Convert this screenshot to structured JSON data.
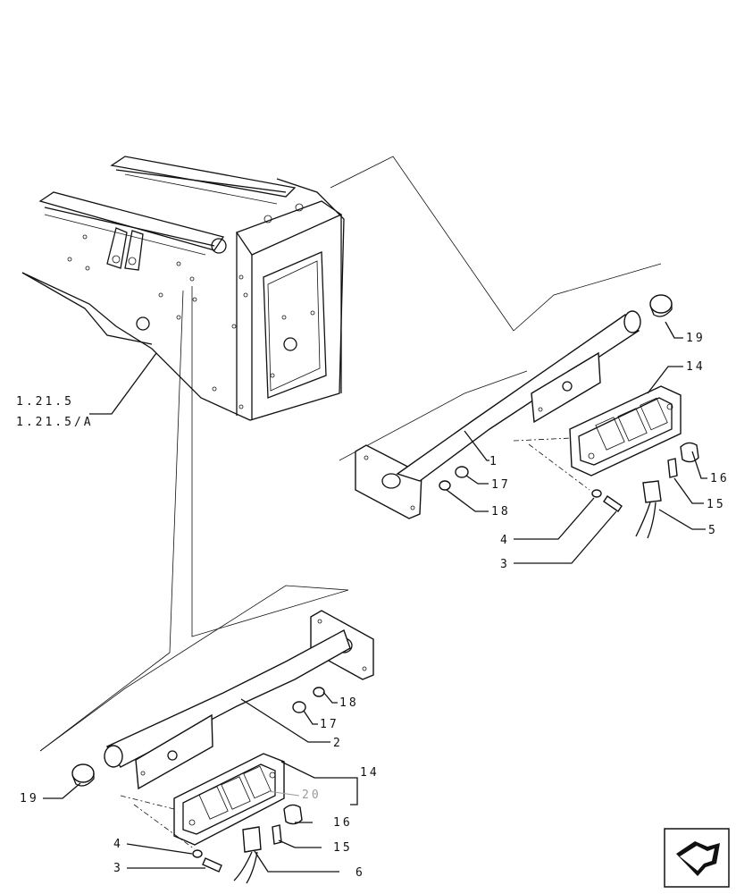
{
  "callouts": {
    "ref_1": "1.21.5",
    "ref_2": "1.21.5/A",
    "upper": {
      "c19": "19",
      "c14": "14",
      "c1": "1",
      "c16": "16",
      "c17": "17",
      "c18": "18",
      "c15": "15",
      "c4": "4",
      "c5": "5",
      "c3": "3"
    },
    "lower": {
      "c18": "18",
      "c17": "17",
      "c2": "2",
      "c14": "14",
      "c20": "20",
      "c19": "19",
      "c16": "16",
      "c4": "4",
      "c15": "15",
      "c3": "3",
      "c6": "6"
    }
  },
  "nav": {
    "icon": "next-page-arrow-icon"
  }
}
